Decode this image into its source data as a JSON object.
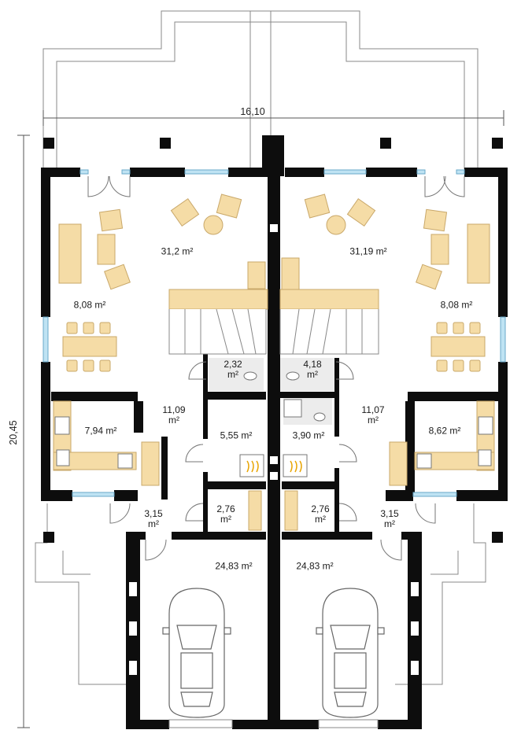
{
  "plan": {
    "dimensions": {
      "width": "16,10",
      "depth": "20,45"
    },
    "rooms_left": [
      {
        "id": "living",
        "area": "31,2 m²"
      },
      {
        "id": "dining",
        "area": "8,08 m²"
      },
      {
        "id": "kitchen",
        "area": "7,94 m²"
      },
      {
        "id": "hall",
        "area": "11,09\nm²"
      },
      {
        "id": "wc",
        "area": "2,32\nm²"
      },
      {
        "id": "boiler",
        "area": "5,55 m²"
      },
      {
        "id": "closet",
        "area": "2,76\nm²"
      },
      {
        "id": "vestibule",
        "area": "3,15\nm²"
      },
      {
        "id": "garage",
        "area": "24,83 m²"
      }
    ],
    "rooms_right": [
      {
        "id": "living",
        "area": "31,19 m²"
      },
      {
        "id": "dining",
        "area": "8,08 m²"
      },
      {
        "id": "kitchen",
        "area": "8,62 m²"
      },
      {
        "id": "hall",
        "area": "11,07\nm²"
      },
      {
        "id": "bath",
        "area": "4,18\nm²"
      },
      {
        "id": "boiler",
        "area": "3,90 m²"
      },
      {
        "id": "closet",
        "area": "2,76\nm²"
      },
      {
        "id": "vestibule",
        "area": "3,15\nm²"
      },
      {
        "id": "garage",
        "area": "24,83 m²"
      }
    ],
    "colors": {
      "wall": "#0d0d0d",
      "furniture": "#f5dca6",
      "furniture_stroke": "#c9a86a",
      "floor_tiles": "#e9e9e9",
      "window": "#9ad0ea",
      "line": "#555555"
    }
  }
}
